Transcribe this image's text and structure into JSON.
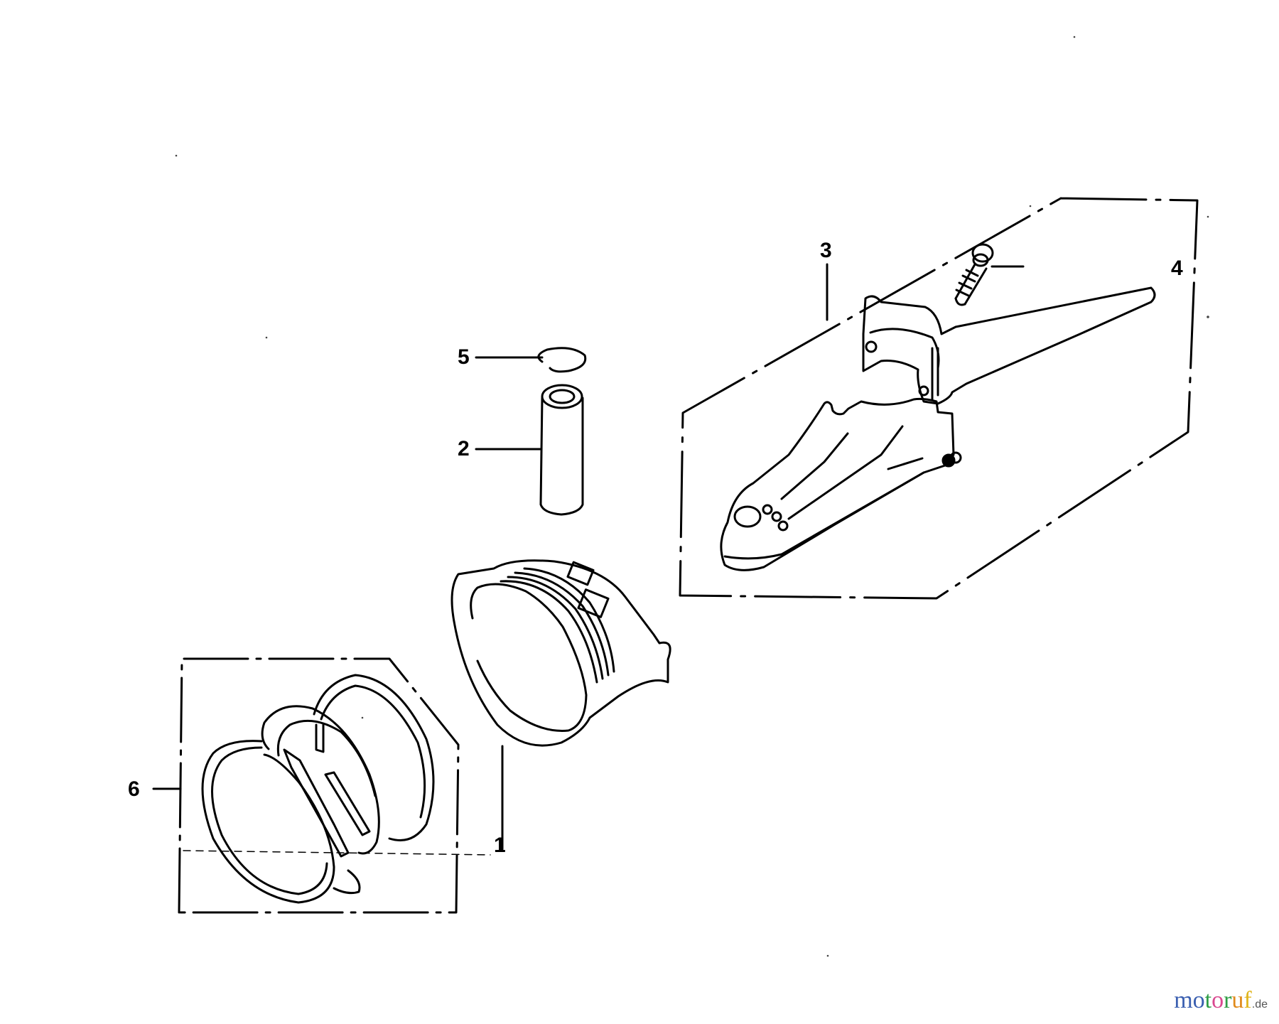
{
  "diagram": {
    "type": "exploded-parts-diagram",
    "subject": "piston and connecting rod assembly",
    "callouts": [
      {
        "id": "1",
        "label": "1",
        "part": "piston"
      },
      {
        "id": "2",
        "label": "2",
        "part": "piston pin"
      },
      {
        "id": "3",
        "label": "3",
        "part": "connecting rod set"
      },
      {
        "id": "4",
        "label": "4",
        "part": "connecting rod bolt"
      },
      {
        "id": "5",
        "label": "5",
        "part": "piston pin clip"
      },
      {
        "id": "6",
        "label": "6",
        "part": "piston ring set"
      }
    ]
  },
  "watermark": {
    "letters": [
      "m",
      "o",
      "t",
      "o",
      "r",
      "u",
      "f"
    ],
    "colors": [
      "#3a5fb0",
      "#3a5fb0",
      "#2e9e45",
      "#d9488f",
      "#2e9e45",
      "#e08a1c",
      "#e0b51c"
    ],
    "tld": ".de"
  }
}
